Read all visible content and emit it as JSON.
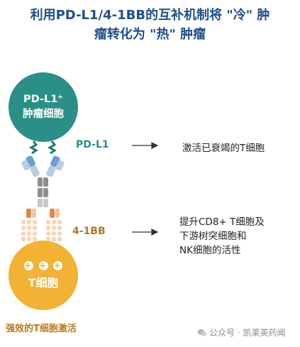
{
  "title": {
    "line1": "利用PD-L1/4-1BB的互补机制将 \"冷\" 肿",
    "line2": "瘤转化为 \"热\" 肿瘤"
  },
  "pdl1_cell": {
    "line1": "PD-L1⁺",
    "line2": "肿瘤细胞"
  },
  "t_cell": {
    "plus": "+",
    "label": "T细胞"
  },
  "labels": {
    "pdl1": "PD-L1",
    "four_one_bb": "4-1BB"
  },
  "results": {
    "pdl1": "激活已衰竭的T细胞",
    "four_one_bb": [
      "提升CD8+ T细胞及",
      "下游树突细胞和",
      "NK细胞的活性"
    ]
  },
  "caption": "强效的T细胞激活",
  "watermark": "公众号 · 凯莱英药闻",
  "colors": {
    "title": "#1f4e8c",
    "teal": "#2a8f86",
    "gold": "#f2b233",
    "bronze": "#b5791e"
  }
}
